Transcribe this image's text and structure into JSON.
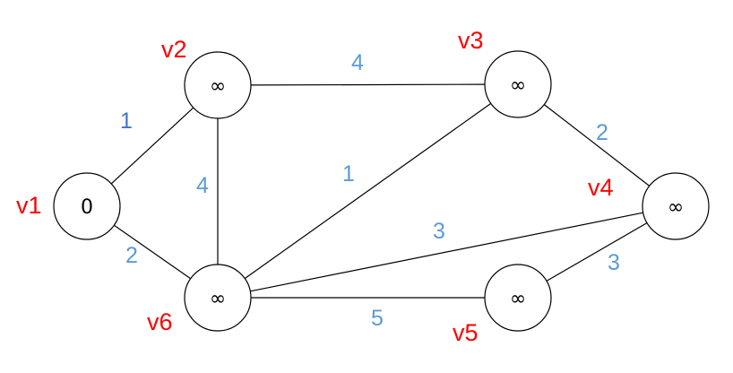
{
  "colors": {
    "node_label": "#ff0000",
    "weight": "#5b9bd5",
    "weight_dark": "#4472c4",
    "start_node_stroke": "#ff0000",
    "default_stroke": "#000000"
  },
  "nodes": [
    {
      "id": "v1",
      "label": "v1",
      "value": "0"
    },
    {
      "id": "v2",
      "label": "v2",
      "value": "∞"
    },
    {
      "id": "v3",
      "label": "v3",
      "value": "∞"
    },
    {
      "id": "v4",
      "label": "v4",
      "value": "∞"
    },
    {
      "id": "v5",
      "label": "v5",
      "value": "∞"
    },
    {
      "id": "v6",
      "label": "v6",
      "value": "∞"
    }
  ],
  "edges": [
    {
      "from": "v1",
      "to": "v2",
      "weight": "1"
    },
    {
      "from": "v1",
      "to": "v6",
      "weight": "2"
    },
    {
      "from": "v2",
      "to": "v3",
      "weight": "4"
    },
    {
      "from": "v2",
      "to": "v6",
      "weight": "4"
    },
    {
      "from": "v3",
      "to": "v6",
      "weight": "1"
    },
    {
      "from": "v3",
      "to": "v4",
      "weight": "2"
    },
    {
      "from": "v6",
      "to": "v4",
      "weight": "3"
    },
    {
      "from": "v6",
      "to": "v5",
      "weight": "5"
    },
    {
      "from": "v5",
      "to": "v4",
      "weight": "3"
    }
  ]
}
